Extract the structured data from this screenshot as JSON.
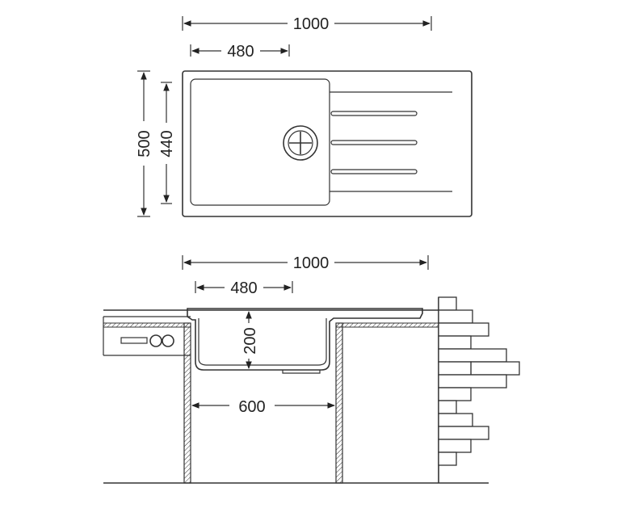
{
  "top_view": {
    "width_total": "1000",
    "bowl_width": "480",
    "height_total": "500",
    "bowl_height": "440"
  },
  "side_view": {
    "width_total": "1000",
    "bowl_width": "480",
    "bowl_depth": "200",
    "cabinet_width": "600"
  },
  "icons": [
    "drain-icon",
    "hob-icon",
    "brick-wall-icon"
  ]
}
